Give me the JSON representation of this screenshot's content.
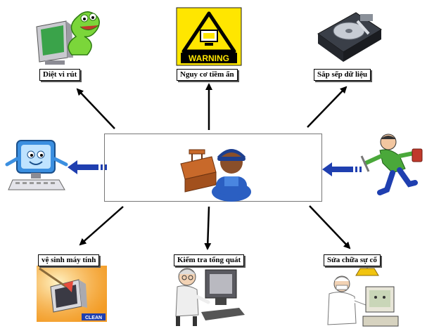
{
  "labels": {
    "top_left": "Diệt vi rút",
    "top_center": "Nguy cơ tiềm ẩn",
    "top_right": "Sắp sếp dữ liệu",
    "bottom_left": "vệ sinh máy tính",
    "bottom_center": "Kiểm tra tổng quát",
    "bottom_right": "Sửa chữa sự cố"
  },
  "sign": {
    "text": "WARNING",
    "color": "#ffe600"
  },
  "clean_badge": "CLEAN",
  "colors": {
    "arrow": "#000000",
    "blue_arrow": "#1f3fb0",
    "tech_blue": "#2b5fc2"
  }
}
